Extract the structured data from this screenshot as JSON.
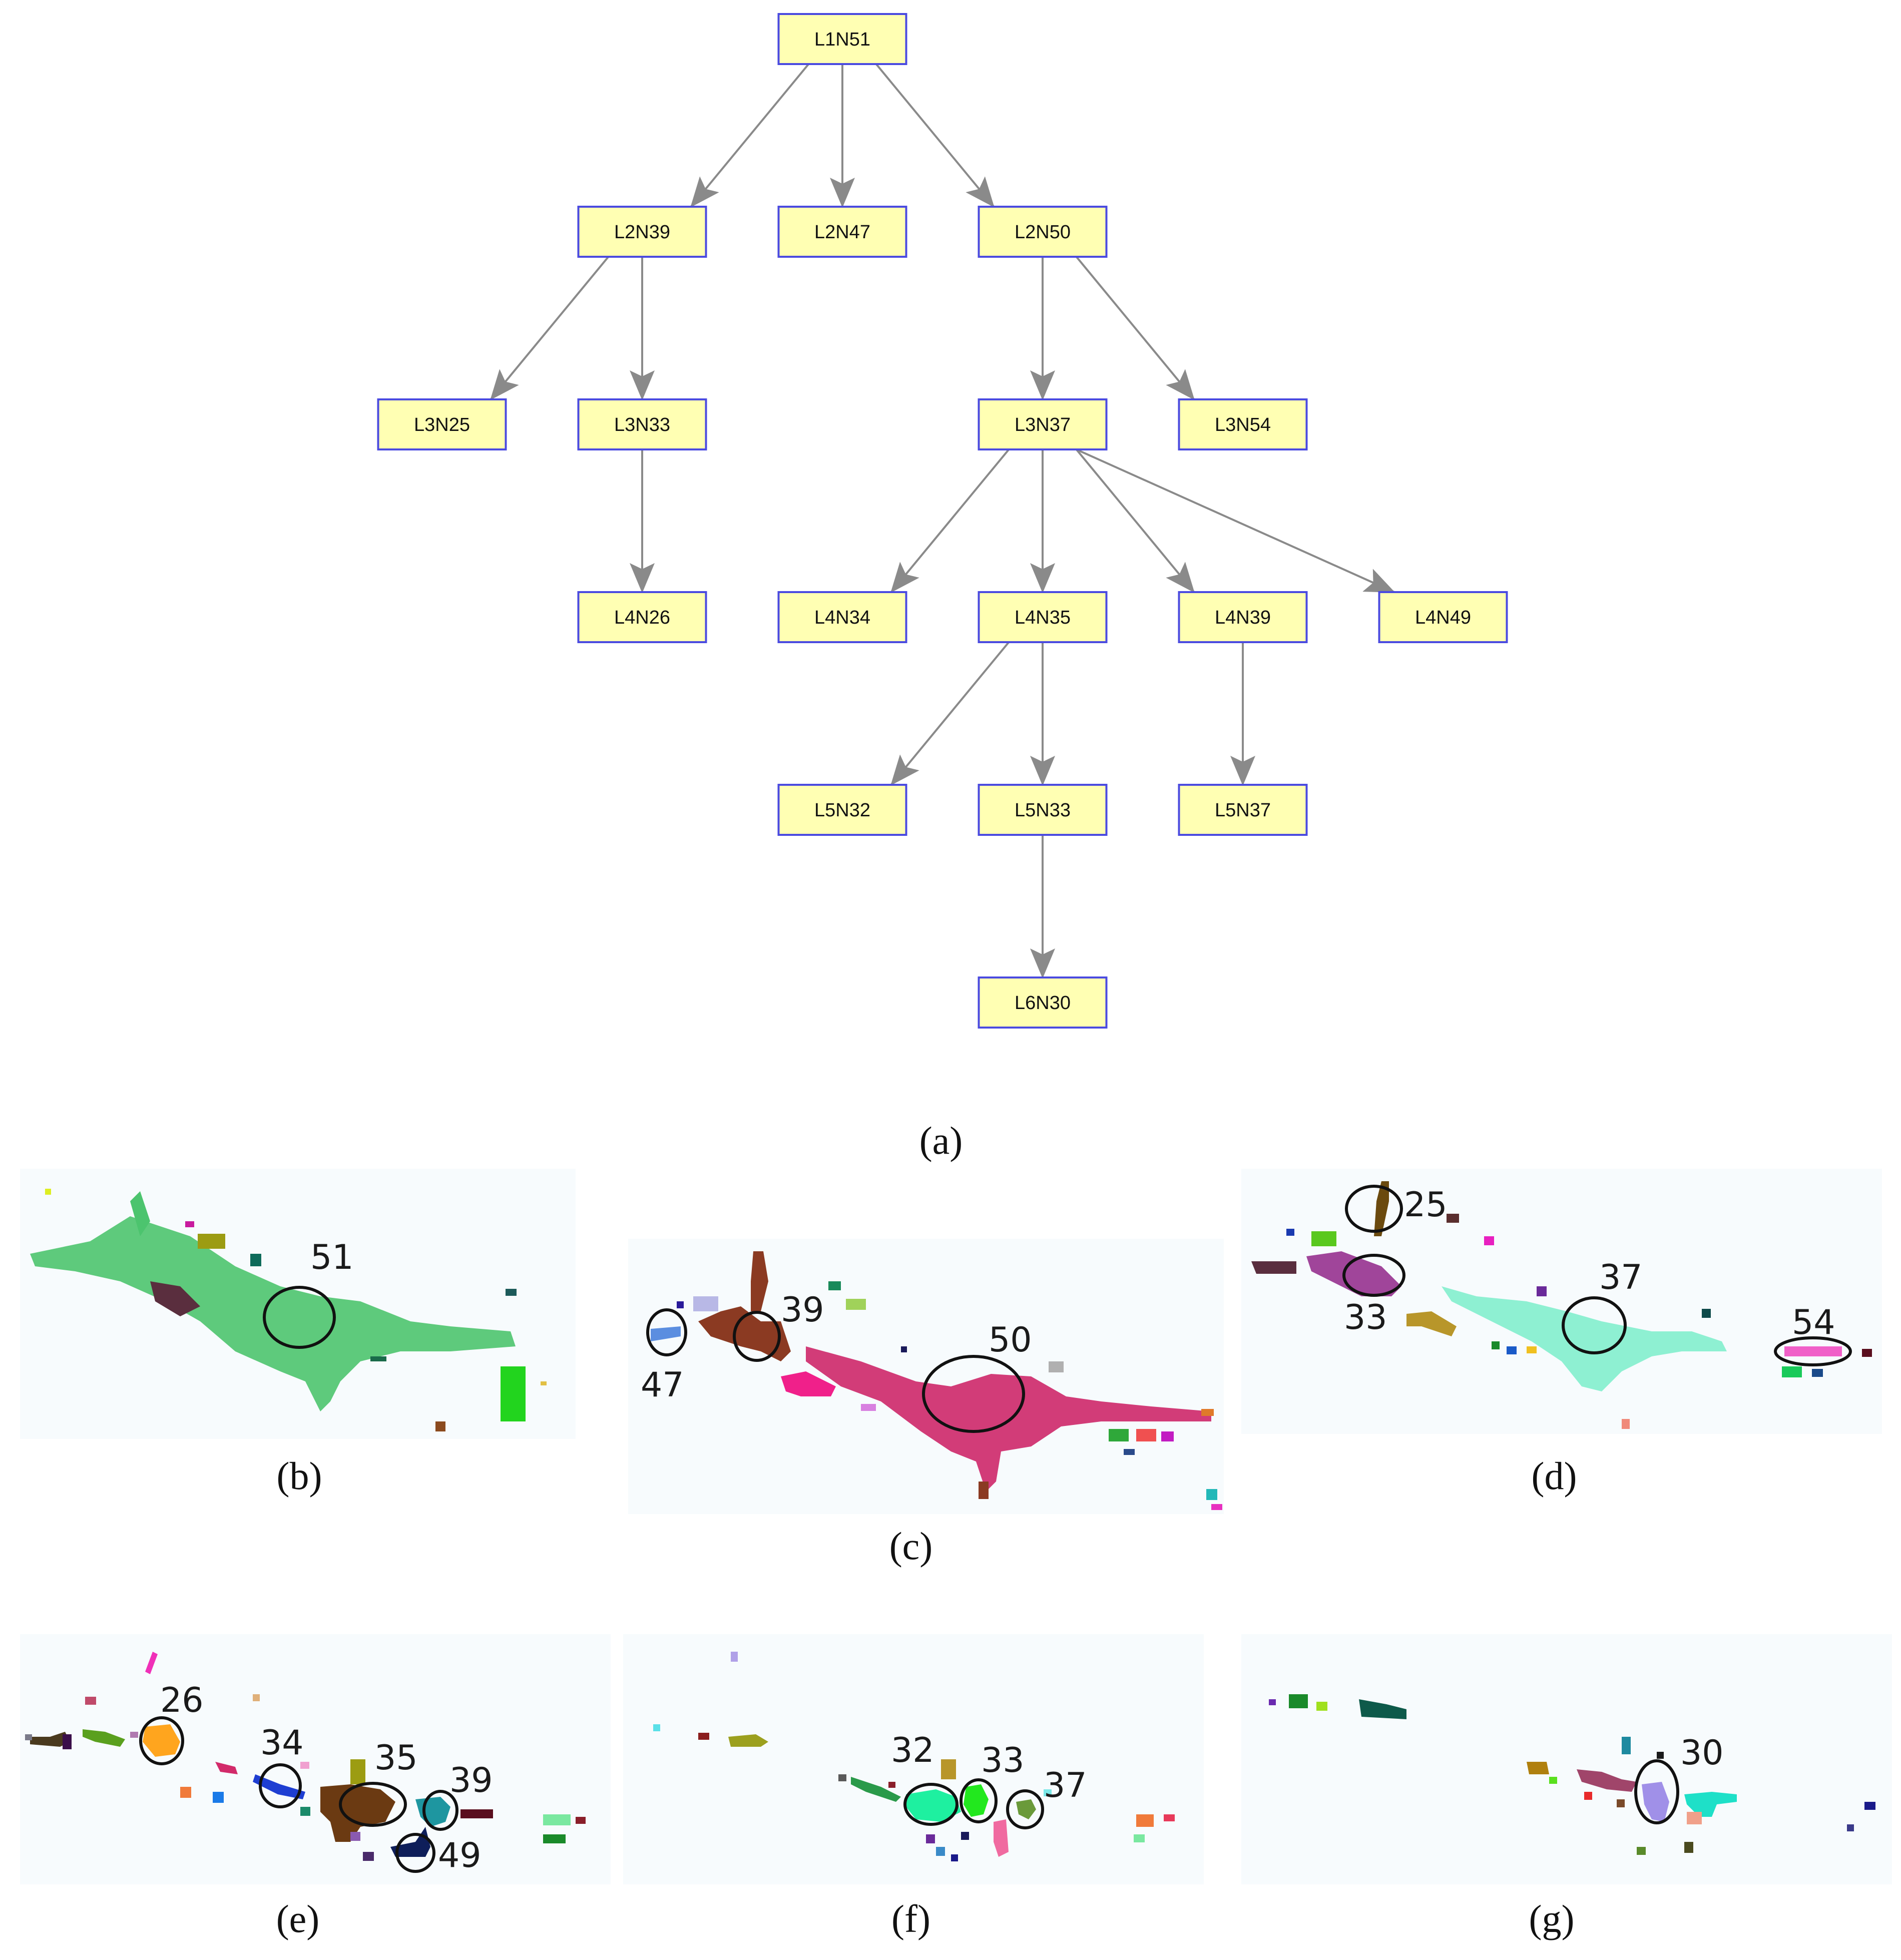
{
  "colors": {
    "node_fill": "#FFFFB3",
    "node_stroke": "#4B4BE0",
    "edge": "#8A8A8A",
    "panel_bg": "#F7FBFD"
  },
  "tree": {
    "nodes": [
      {
        "id": "L1N51",
        "label": "L1N51",
        "level": 1,
        "col": 2
      },
      {
        "id": "L2N39",
        "label": "L2N39",
        "level": 2,
        "col": 1
      },
      {
        "id": "L2N47",
        "label": "L2N47",
        "level": 2,
        "col": 2
      },
      {
        "id": "L2N50",
        "label": "L2N50",
        "level": 2,
        "col": 3
      },
      {
        "id": "L3N25",
        "label": "L3N25",
        "level": 3,
        "col": 0
      },
      {
        "id": "L3N33",
        "label": "L3N33",
        "level": 3,
        "col": 1
      },
      {
        "id": "L3N37",
        "label": "L3N37",
        "level": 3,
        "col": 3
      },
      {
        "id": "L3N54",
        "label": "L3N54",
        "level": 3,
        "col": 4
      },
      {
        "id": "L4N26",
        "label": "L4N26",
        "level": 4,
        "col": 1
      },
      {
        "id": "L4N34",
        "label": "L4N34",
        "level": 4,
        "col": 2
      },
      {
        "id": "L4N35",
        "label": "L4N35",
        "level": 4,
        "col": 3
      },
      {
        "id": "L4N39",
        "label": "L4N39",
        "level": 4,
        "col": 4
      },
      {
        "id": "L4N49",
        "label": "L4N49",
        "level": 4,
        "col": 5
      },
      {
        "id": "L5N32",
        "label": "L5N32",
        "level": 5,
        "col": 2
      },
      {
        "id": "L5N33",
        "label": "L5N33",
        "level": 5,
        "col": 3
      },
      {
        "id": "L5N37",
        "label": "L5N37",
        "level": 5,
        "col": 4
      },
      {
        "id": "L6N30",
        "label": "L6N30",
        "level": 6,
        "col": 3
      }
    ],
    "edges": [
      [
        "L1N51",
        "L2N39"
      ],
      [
        "L1N51",
        "L2N47"
      ],
      [
        "L1N51",
        "L2N50"
      ],
      [
        "L2N39",
        "L3N25"
      ],
      [
        "L2N39",
        "L3N33"
      ],
      [
        "L2N50",
        "L3N37"
      ],
      [
        "L2N50",
        "L3N54"
      ],
      [
        "L3N33",
        "L4N26"
      ],
      [
        "L3N37",
        "L4N34"
      ],
      [
        "L3N37",
        "L4N35"
      ],
      [
        "L3N37",
        "L4N39"
      ],
      [
        "L3N37",
        "L4N49"
      ],
      [
        "L4N35",
        "L5N32"
      ],
      [
        "L4N35",
        "L5N33"
      ],
      [
        "L4N39",
        "L5N37"
      ],
      [
        "L5N33",
        "L6N30"
      ]
    ]
  },
  "captions": {
    "a": "(a)",
    "b": "(b)",
    "c": "(c)",
    "d": "(d)",
    "e": "(e)",
    "f": "(f)",
    "g": "(g)"
  },
  "panel_labels": {
    "b": [
      "51"
    ],
    "c": [
      "47",
      "39",
      "50"
    ],
    "d": [
      "25",
      "33",
      "37",
      "54"
    ],
    "e": [
      "26",
      "34",
      "35",
      "39",
      "49"
    ],
    "f": [
      "32",
      "33",
      "37"
    ],
    "g": [
      "30"
    ]
  }
}
